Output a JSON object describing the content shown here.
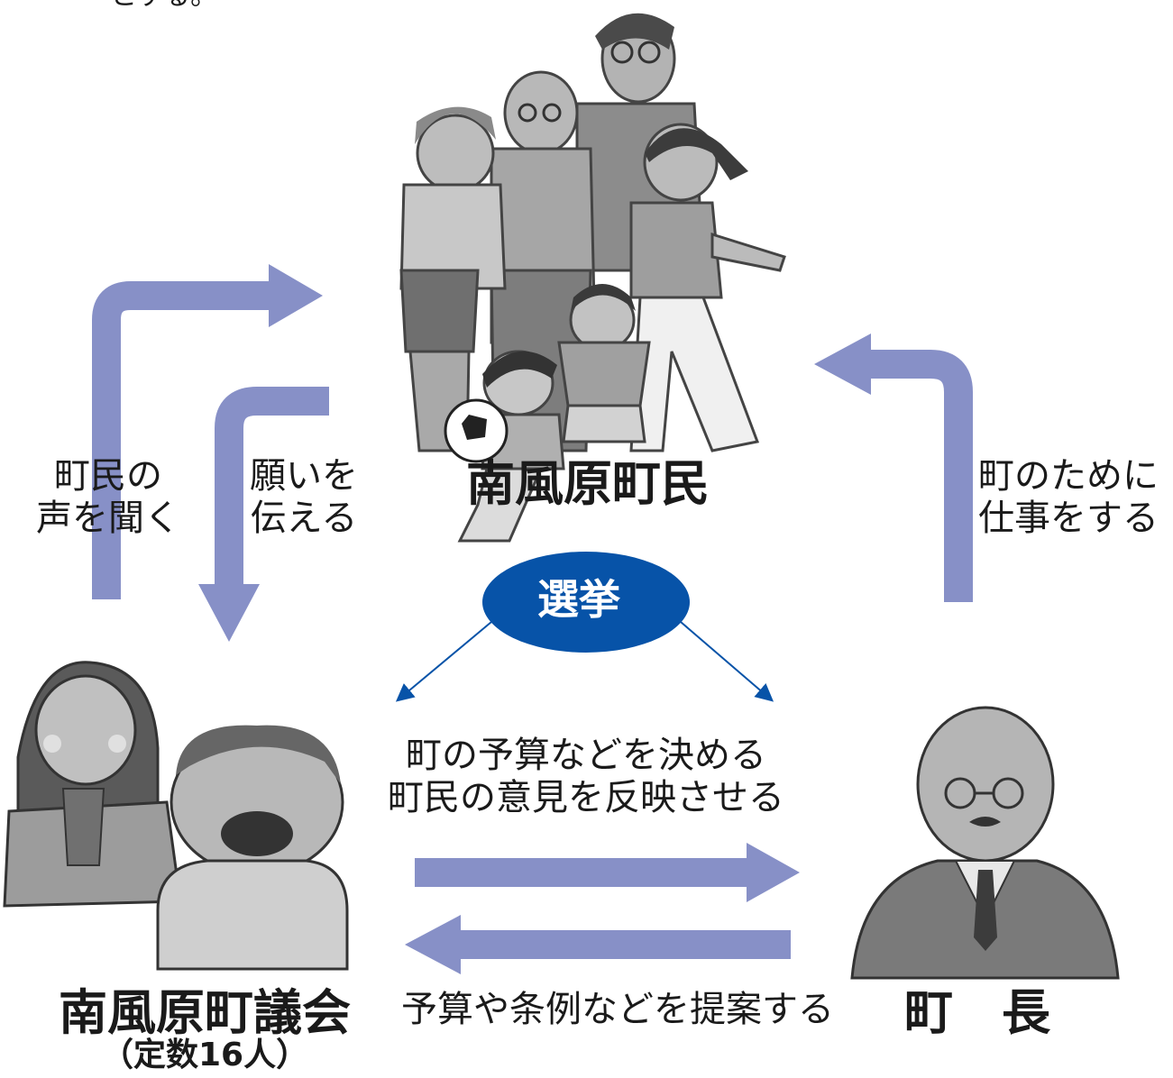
{
  "header_fragment": "とする。",
  "residents": {
    "title": "南風原町民"
  },
  "election": {
    "label": "選挙"
  },
  "council": {
    "title": "南風原町議会",
    "subtitle": "（定数16人）"
  },
  "mayor": {
    "title": "町　長"
  },
  "arrows": {
    "council_to_residents": {
      "line1": "町民の",
      "line2": "声を聞く"
    },
    "residents_to_council": {
      "line1": "願いを",
      "line2": "伝える"
    },
    "mayor_to_residents": {
      "line1": "町のために",
      "line2": "仕事をする"
    },
    "council_to_mayor": {
      "line1": "町の予算などを決める",
      "line2": "町民の意見を反映させる"
    },
    "mayor_to_council": {
      "line1": "予算や条例などを提案する"
    }
  },
  "colors": {
    "arrow": "#8790c7",
    "election_fill": "#0753a8",
    "election_line": "#0753a8",
    "figures": "#9a9a9a"
  }
}
